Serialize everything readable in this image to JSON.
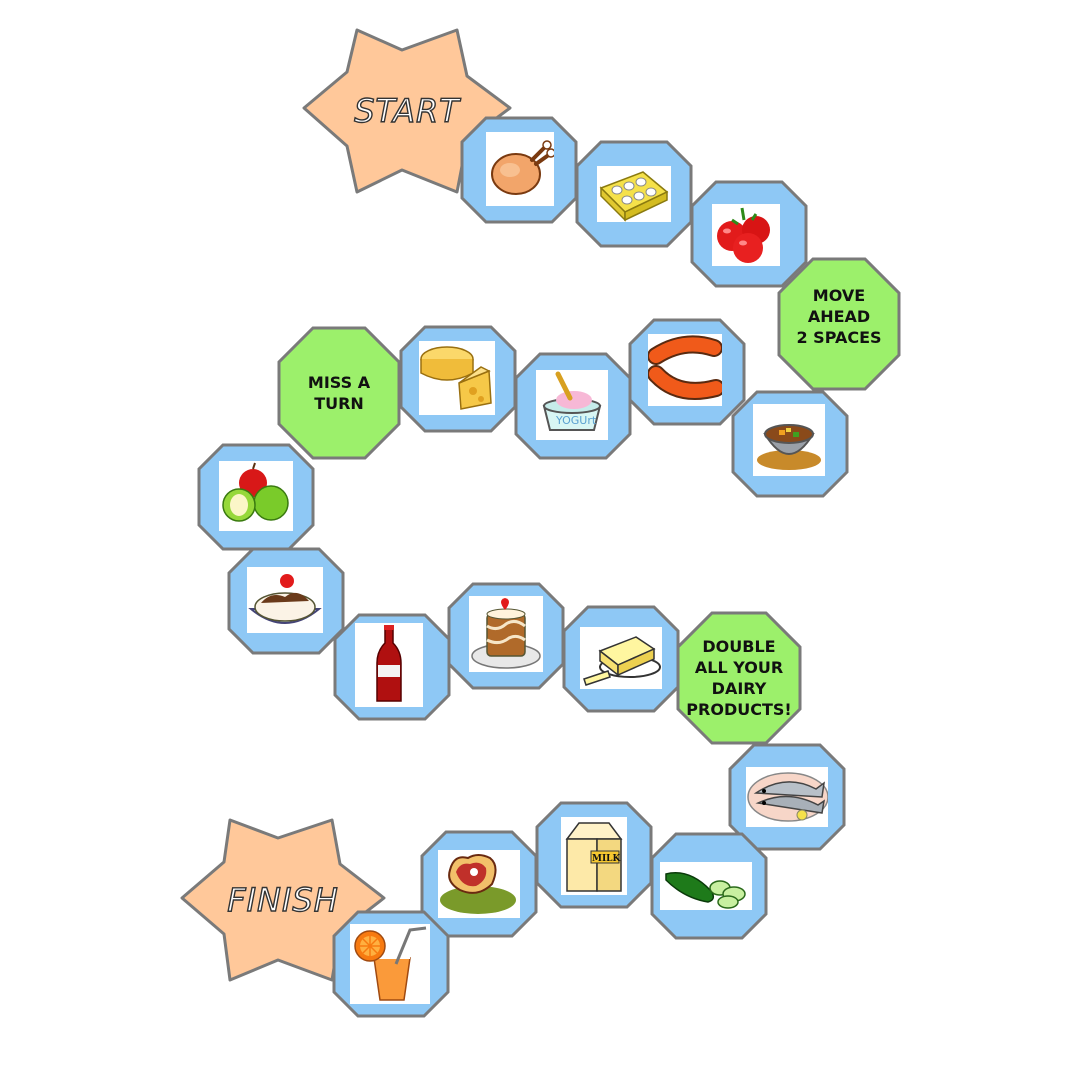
{
  "board": {
    "start_label": "START",
    "finish_label": "FINISH",
    "colors": {
      "tile_fill": "#8ec8f5",
      "tile_border": "#7a7a7a",
      "action_fill": "#9cf06b",
      "star_fill": "#ffc89a",
      "star_border": "#7a7a7a"
    },
    "action_tiles": {
      "move_ahead": "MOVE AHEAD\n2 SPACES",
      "miss_turn": "MISS A TURN",
      "double_dairy": "DOUBLE\nALL YOUR\nDAIRY\nPRODUCTS!"
    },
    "food_tiles": [
      {
        "name": "chicken-icon"
      },
      {
        "name": "eggs-icon"
      },
      {
        "name": "tomatoes-icon"
      },
      {
        "name": "stew-icon"
      },
      {
        "name": "sausages-icon"
      },
      {
        "name": "yogurt-icon"
      },
      {
        "name": "cheese-icon"
      },
      {
        "name": "apples-icon"
      },
      {
        "name": "ice-cream-sundae-icon"
      },
      {
        "name": "cola-bottle-icon"
      },
      {
        "name": "cake-icon"
      },
      {
        "name": "butter-icon"
      },
      {
        "name": "fish-icon"
      },
      {
        "name": "cucumber-icon"
      },
      {
        "name": "milk-carton-icon"
      },
      {
        "name": "steak-icon"
      },
      {
        "name": "orange-juice-icon"
      }
    ]
  }
}
